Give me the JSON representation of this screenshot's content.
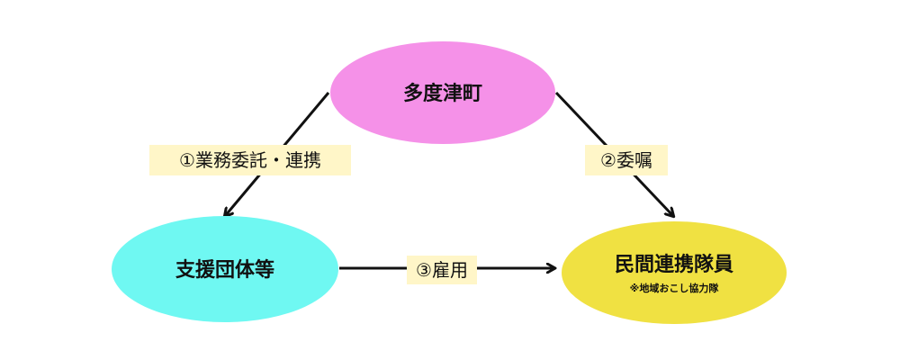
{
  "colors": {
    "town": "#f591e8",
    "support": "#6ff8f2",
    "member": "#f0e142",
    "label_bg": "#fff6c8",
    "arrow": "#111111"
  },
  "nodes": {
    "town": {
      "label": "多度津町"
    },
    "support": {
      "label": "支援団体等"
    },
    "member": {
      "label": "民間連携隊員",
      "note": "※地域おこし協力隊"
    }
  },
  "edges": {
    "outsourcing": {
      "label": "①業務委託・連携"
    },
    "commission": {
      "label": "②委嘱"
    },
    "employment": {
      "label": "③雇用"
    }
  }
}
